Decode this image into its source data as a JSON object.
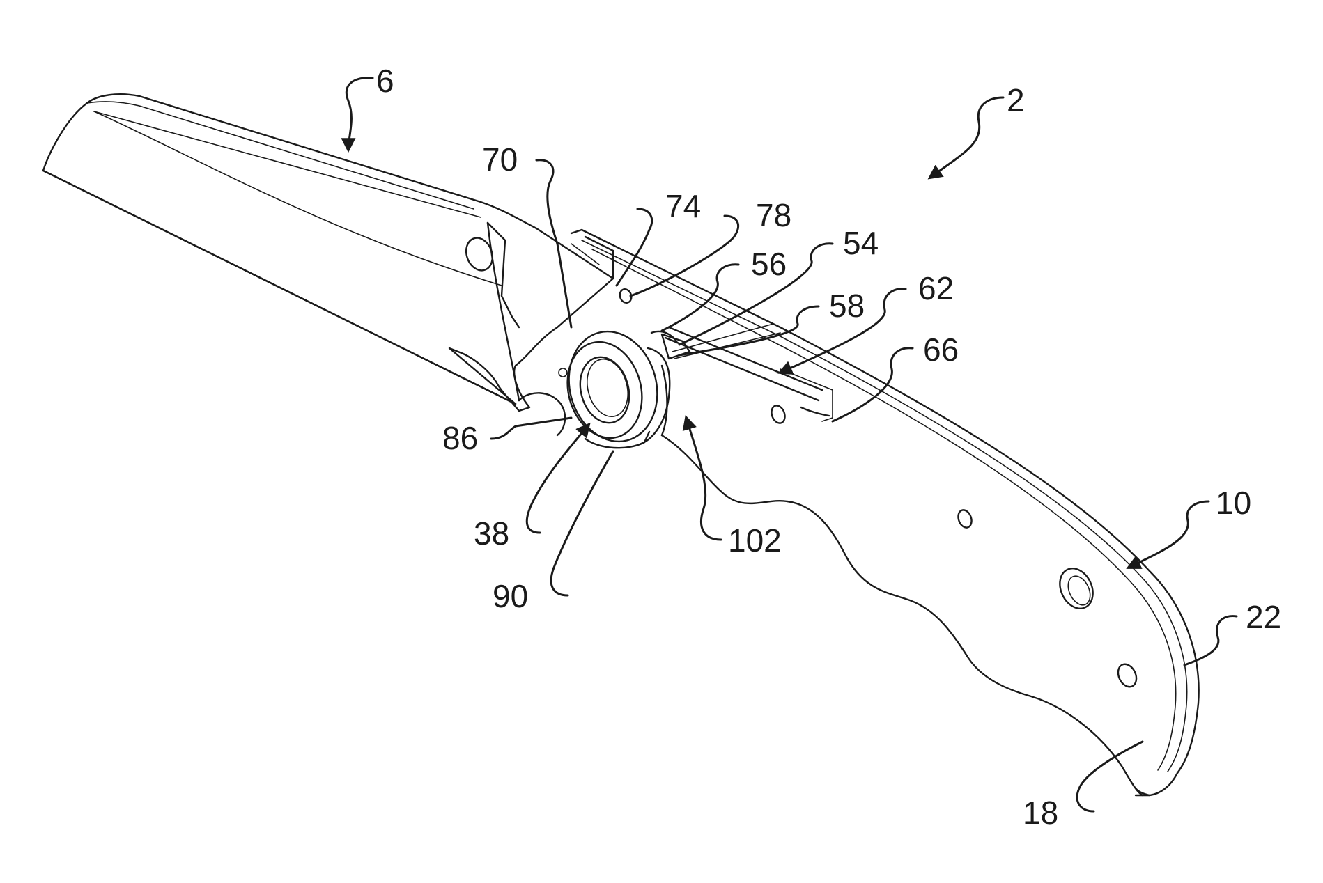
{
  "figure": {
    "reference_numerals": {
      "knife": "2",
      "blade": "6",
      "handle": "10",
      "handle_side": "18",
      "handle_back": "22",
      "pivot": "38",
      "part_54": "54",
      "part_56": "56",
      "part_58": "58",
      "part_62": "62",
      "part_66": "66",
      "part_70": "70",
      "part_74": "74",
      "part_78": "78",
      "part_86": "86",
      "part_90": "90",
      "part_102": "102"
    },
    "line_color": "#1a1a1a",
    "background": "#ffffff"
  }
}
